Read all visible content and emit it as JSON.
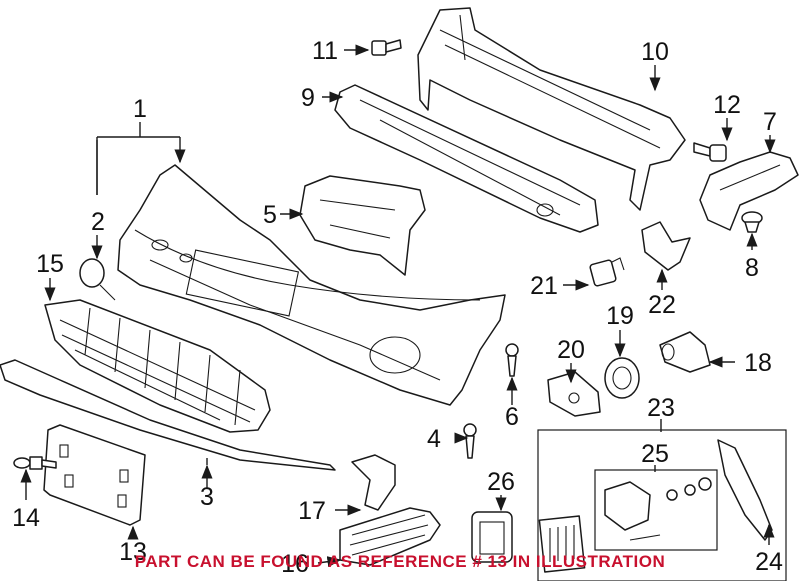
{
  "callouts": {
    "n1": "1",
    "n2": "2",
    "n3": "3",
    "n4": "4",
    "n5": "5",
    "n6": "6",
    "n7": "7",
    "n8": "8",
    "n9": "9",
    "n10": "10",
    "n11": "11",
    "n12": "12",
    "n13": "13",
    "n14": "14",
    "n15": "15",
    "n16": "16",
    "n17": "17",
    "n18": "18",
    "n19": "19",
    "n20": "20",
    "n21": "21",
    "n22": "22",
    "n23": "23",
    "n24": "24",
    "n25": "25",
    "n26": "26"
  },
  "footer": {
    "note": "PART CAN BE FOUND AS REFERENCE # 13 IN ILLUSTRATION"
  },
  "colors": {
    "note_red": "#c8102e",
    "line": "#1a1a1a"
  }
}
